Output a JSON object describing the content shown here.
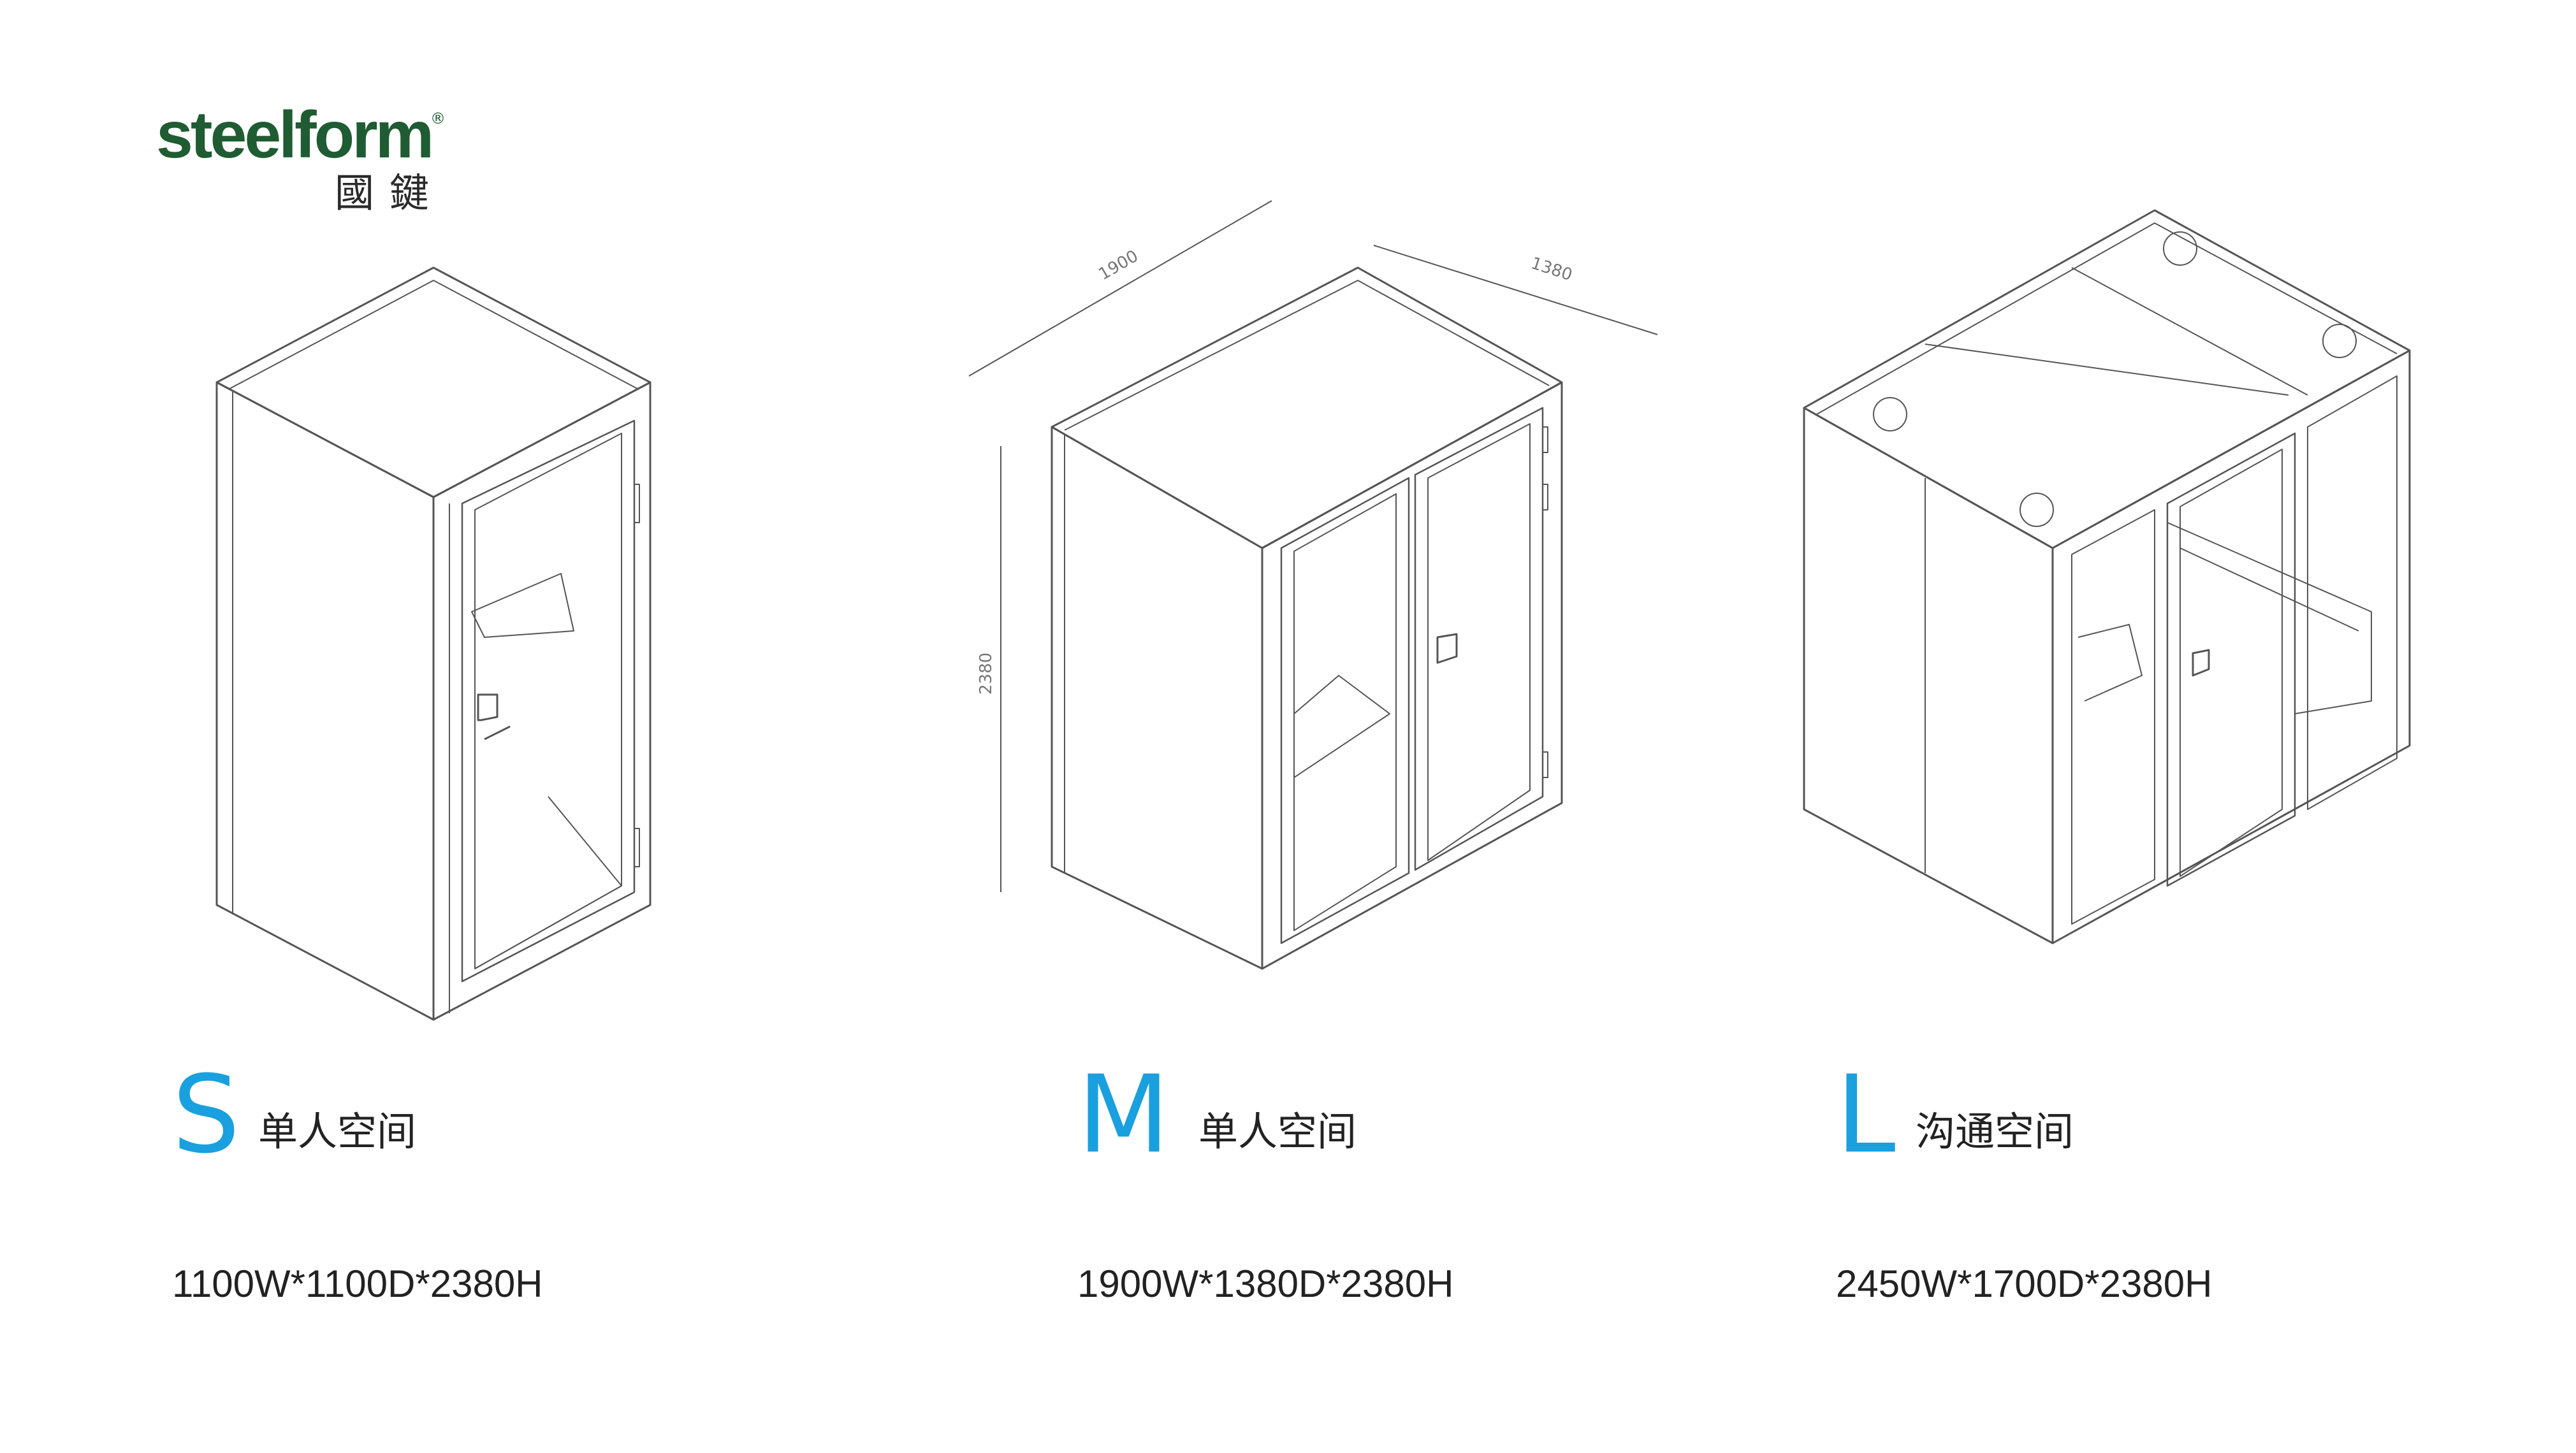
{
  "brand": {
    "name": "steelform",
    "registered": "®",
    "chinese": "國鍵"
  },
  "drawings": [
    {
      "id": "booth-s"
    },
    {
      "id": "booth-m",
      "dimension_labels": [
        "1900",
        "1380",
        "2380"
      ]
    },
    {
      "id": "booth-l"
    }
  ],
  "products": [
    {
      "size": "S",
      "name": "单人空间",
      "dimensions": "1100W*1100D*2380H"
    },
    {
      "size": "M",
      "name": "单人空间",
      "dimensions": "1900W*1380D*2380H"
    },
    {
      "size": "L",
      "name": "沟通空间",
      "dimensions": "2450W*1700D*2380H"
    }
  ],
  "colors": {
    "accent": "#1aa0df",
    "brand_green": "#1f5c33",
    "line": "#555555"
  }
}
